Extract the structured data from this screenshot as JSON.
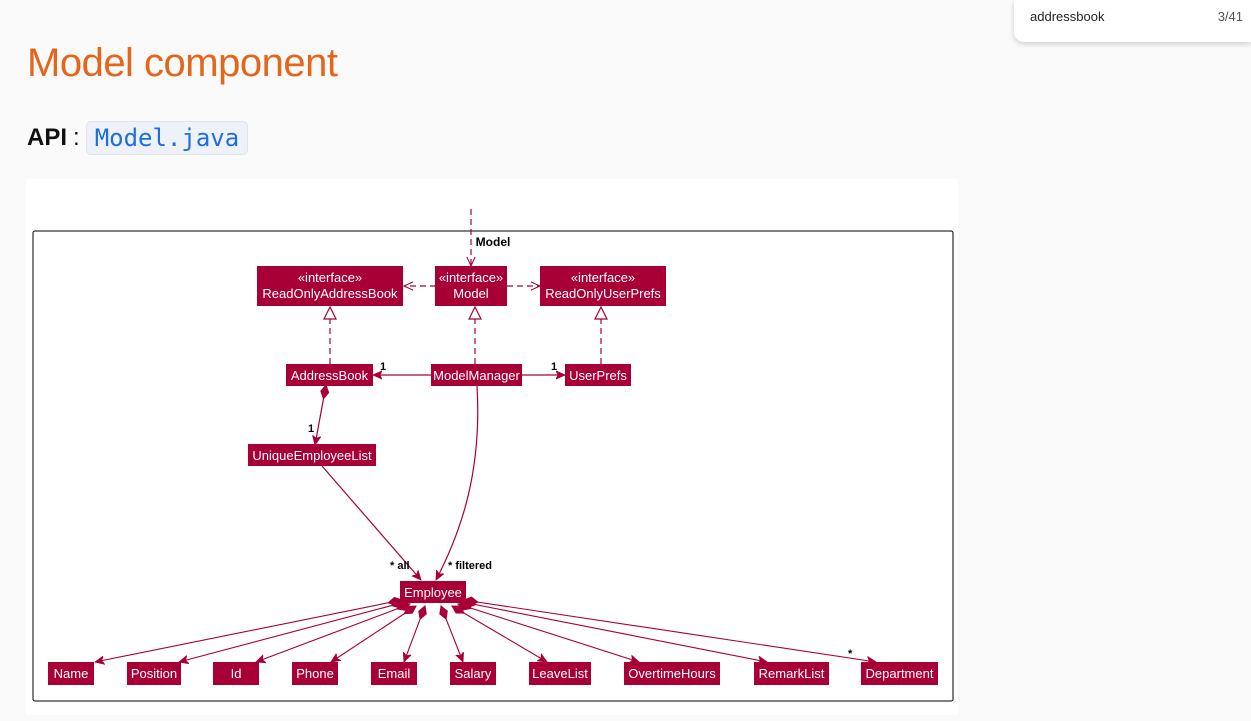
{
  "find_bar": {
    "query": "addressbook",
    "count": "3/41"
  },
  "page": {
    "title": "Model component"
  },
  "api": {
    "label": "API",
    "separator": ":",
    "link_text": "Model.java"
  },
  "diagram": {
    "package_label": "Model",
    "interfaces": {
      "stereotype": "«interface»",
      "read_only_address_book": "ReadOnlyAddressBook",
      "model": "Model",
      "read_only_user_prefs": "ReadOnlyUserPrefs"
    },
    "classes": {
      "address_book": "AddressBook",
      "model_manager": "ModelManager",
      "user_prefs": "UserPrefs",
      "unique_employee_list": "UniqueEmployeeList",
      "employee": "Employee"
    },
    "attributes": [
      "Name",
      "Position",
      "Id",
      "Phone",
      "Email",
      "Salary",
      "LeaveList",
      "OvertimeHours",
      "RemarkList",
      "Department"
    ],
    "multiplicities": {
      "address_book": "1",
      "user_prefs": "1",
      "unique_employee_list": "1",
      "all": "* all",
      "filtered": "* filtered",
      "department": "*"
    }
  },
  "colors": {
    "title": "#e3661c",
    "node_fill": "#a80036",
    "edge": "#a80036"
  }
}
